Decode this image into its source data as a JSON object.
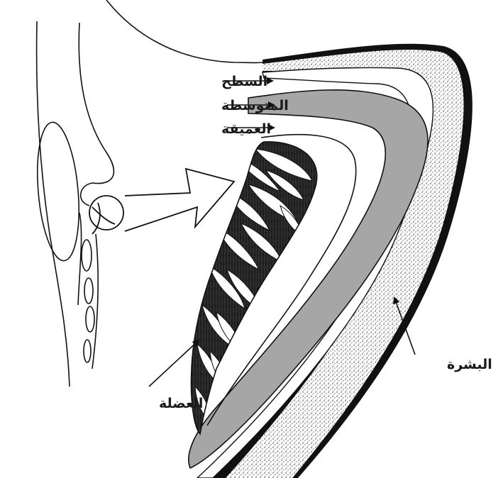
{
  "labels": {
    "surface": "السطح",
    "middle": "المتوسطة",
    "deep": "العميقة",
    "muscle": "العضلة",
    "skin": "البشرة"
  },
  "colors": {
    "outline": "#111111",
    "fascia_gray": "#a6a6a6",
    "background": "#ffffff"
  }
}
